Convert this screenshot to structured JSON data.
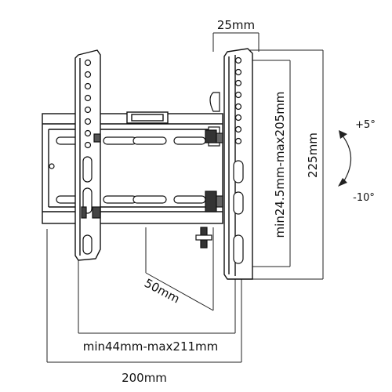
{
  "dimensions": {
    "top_width": "25mm",
    "vertical_range": "min24.5mm-max205mm",
    "height": "225mm",
    "depth": "50mm",
    "horizontal_range": "min44mm-max211mm",
    "total_width": "200mm"
  },
  "tilt": {
    "up": "+5°",
    "down": "-10°"
  }
}
